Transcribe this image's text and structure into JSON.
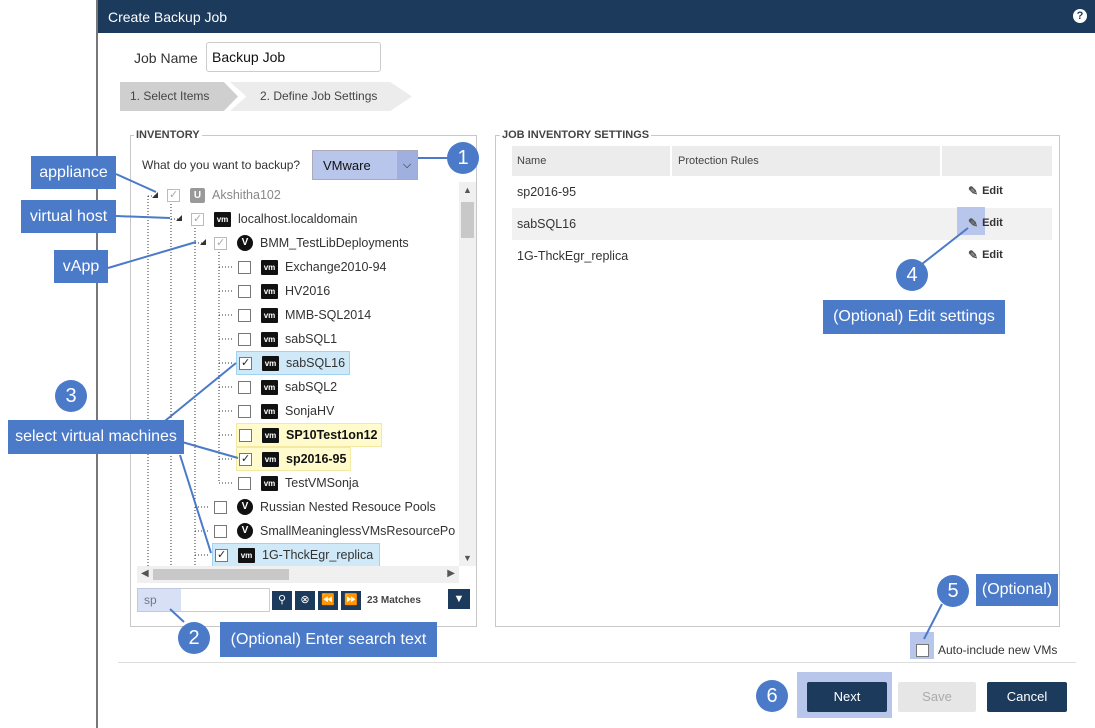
{
  "dialog": {
    "title": "Create Backup Job",
    "help_icon": "help-icon"
  },
  "job_name": {
    "label": "Job Name",
    "value": "Backup Job"
  },
  "steps": [
    "1. Select Items",
    "2. Define Job Settings"
  ],
  "inventory": {
    "legend": "INVENTORY",
    "question": "What do you want to backup?",
    "hypervisor": "VMware",
    "tree": [
      {
        "label": "Akshitha102",
        "icon": "appliance-icon",
        "checked": true
      },
      {
        "label": "localhost.localdomain",
        "icon": "vm-icon",
        "checked": true
      },
      {
        "label": "BMM_TestLibDeployments",
        "icon": "vapp-icon",
        "checked": true
      },
      {
        "label": "Exchange2010-94",
        "icon": "vm-icon",
        "checked": false
      },
      {
        "label": "HV2016",
        "icon": "vm-icon",
        "checked": false
      },
      {
        "label": "MMB-SQL2014",
        "icon": "vm-icon",
        "checked": false
      },
      {
        "label": "sabSQL1",
        "icon": "vm-icon",
        "checked": false
      },
      {
        "label": "sabSQL16",
        "icon": "vm-icon",
        "checked": true
      },
      {
        "label": "sabSQL2",
        "icon": "vm-icon",
        "checked": false
      },
      {
        "label": "SonjaHV",
        "icon": "vm-icon",
        "checked": false
      },
      {
        "label": "SP10Test1on12",
        "icon": "vm-icon",
        "checked": false
      },
      {
        "label": "sp2016-95",
        "icon": "vm-icon",
        "checked": true
      },
      {
        "label": "TestVMSonja",
        "icon": "vm-icon",
        "checked": false
      },
      {
        "label": "Russian Nested Resouce Pools",
        "icon": "vapp-icon",
        "checked": false
      },
      {
        "label": "SmallMeaninglessVMsResourcePo",
        "icon": "vapp-icon",
        "checked": false
      },
      {
        "label": "1G-ThckEgr_replica",
        "icon": "vm-icon",
        "checked": true
      }
    ],
    "search_value": "sp",
    "matches": "23 Matches",
    "icon_vm": "vm",
    "icon_vapp": "V",
    "icon_appliance": "U"
  },
  "job_settings": {
    "legend": "JOB INVENTORY SETTINGS",
    "columns": [
      "Name",
      "Protection Rules"
    ],
    "rows": [
      {
        "name": "sp2016-95",
        "action": "Edit"
      },
      {
        "name": "sabSQL16",
        "action": "Edit"
      },
      {
        "name": "1G-ThckEgr_replica",
        "action": "Edit"
      }
    ],
    "auto_include_label": "Auto-include new VMs"
  },
  "callouts": {
    "appliance": "appliance",
    "virtual_host": "virtual host",
    "vapp": "vApp",
    "select_vms": "select virtual machines",
    "enter_search": "(Optional) Enter search text",
    "edit_settings": "(Optional) Edit settings",
    "optional": "(Optional)",
    "n1": "1",
    "n2": "2",
    "n3": "3",
    "n4": "4",
    "n5": "5",
    "n6": "6"
  },
  "buttons": {
    "next": "Next",
    "save": "Save",
    "cancel": "Cancel"
  },
  "colors": {
    "navy": "#1b3a5c",
    "callout_blue": "#4a7ac8",
    "highlight_blue": "#b8c6ec"
  }
}
